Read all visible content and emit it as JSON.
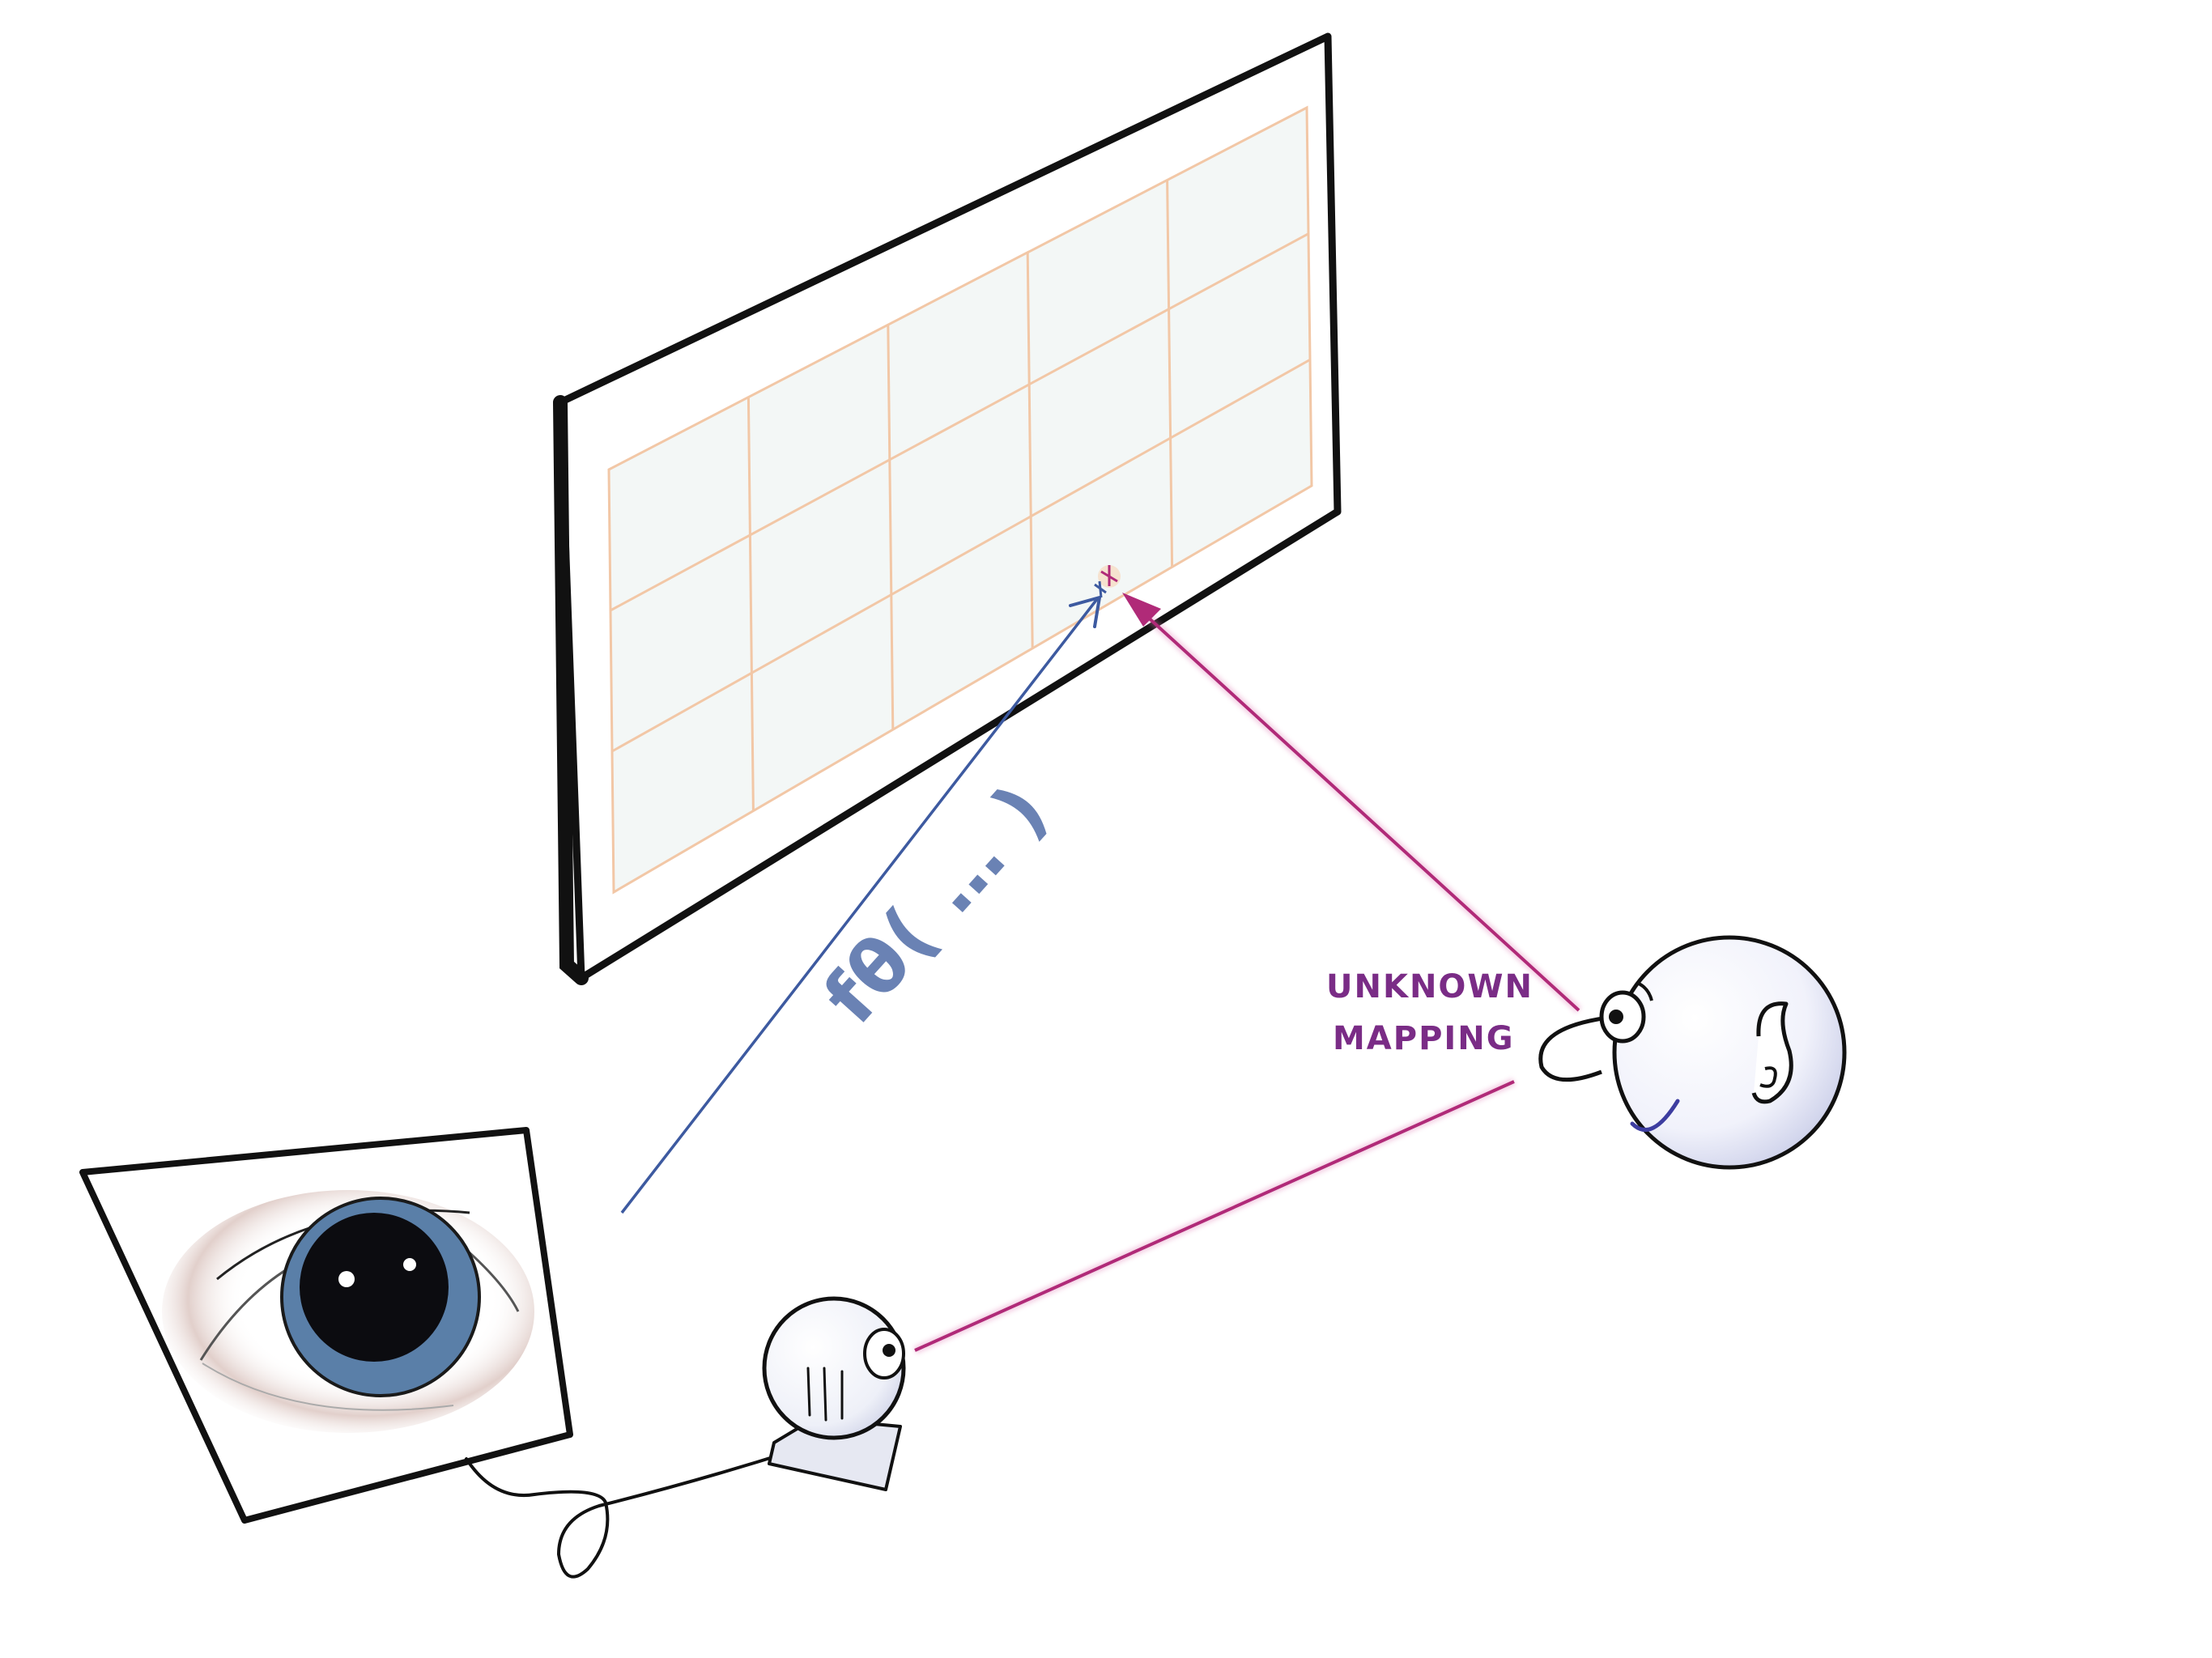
{
  "diagram": {
    "annotation_unknown_mapping": [
      "UNKNOWN",
      "MAPPING"
    ],
    "function_label": "fθ( … )",
    "colors": {
      "background": "#ffffff",
      "frame": "#111111",
      "screen_fill": "#f3f7f6",
      "grid_lines": "#f2c7a6",
      "known_ray": "#3d5aa0",
      "unknown_ray": "#b02a78",
      "annotation_text": "#7a2c86",
      "function_text": "#6a82b4",
      "iris": "#5a7fa8",
      "face_shade": "#d9dcf0"
    },
    "icons": {
      "screen": "display-grid-icon",
      "camera": "webcam-icon",
      "eye_image": "eye-image-icon",
      "observer": "human-head-icon",
      "target_marker": "crosshair-target-icon"
    },
    "grid": {
      "columns": 5,
      "rows": 3
    }
  }
}
